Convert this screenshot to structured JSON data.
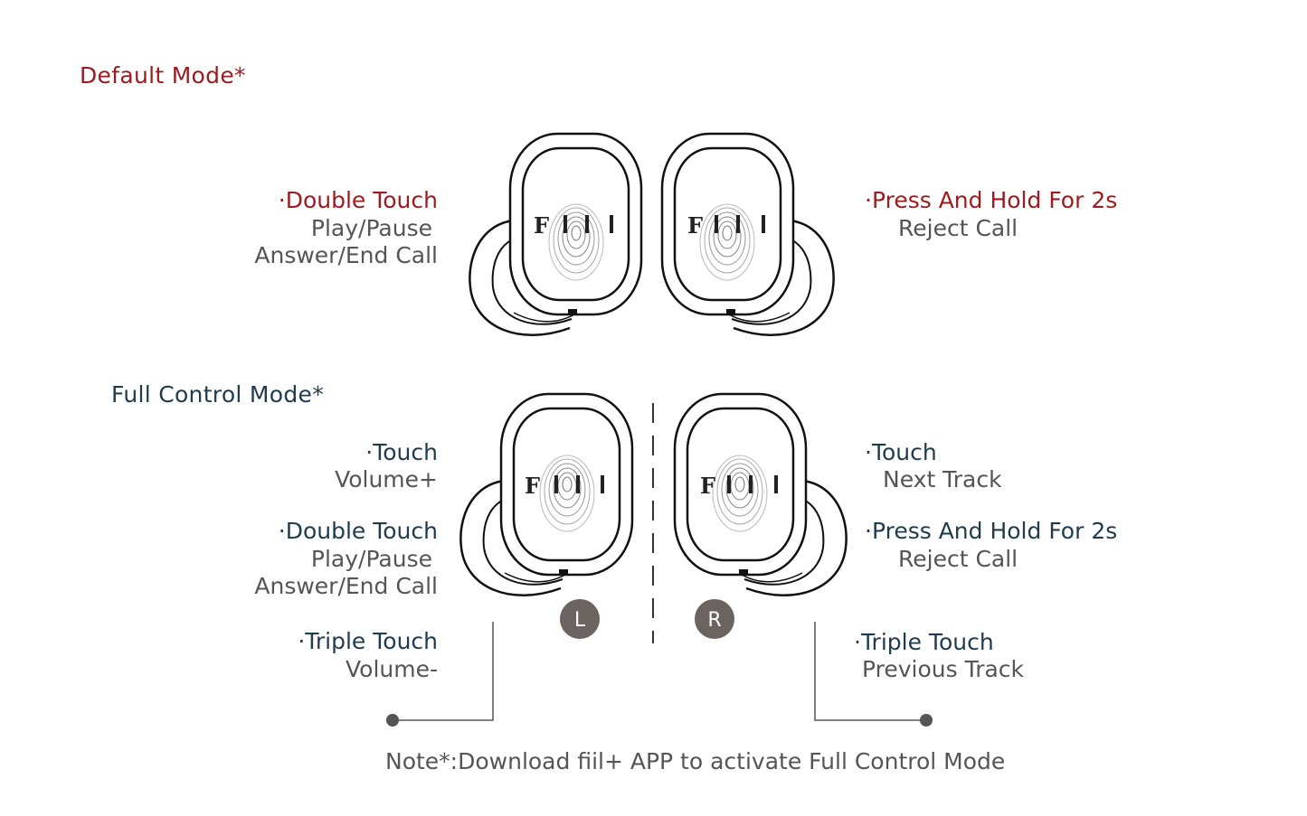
{
  "default_mode": {
    "title": "Default Mode*",
    "left": {
      "gesture": "Double Touch",
      "actions": [
        "Play/Pause",
        "Answer/End Call"
      ]
    },
    "right": {
      "gesture": "Press And Hold For 2s",
      "actions": [
        "Reject Call"
      ]
    }
  },
  "full_mode": {
    "title": "Full Control Mode*",
    "left": [
      {
        "gesture": "Touch",
        "actions": [
          "Volume+"
        ]
      },
      {
        "gesture": "Double Touch",
        "actions": [
          "Play/Pause",
          "Answer/End Call"
        ]
      },
      {
        "gesture": "Triple Touch",
        "actions": [
          "Volume-"
        ]
      }
    ],
    "right": [
      {
        "gesture": "Touch",
        "actions": [
          "Next Track"
        ]
      },
      {
        "gesture": "Press And Hold For 2s",
        "actions": [
          "Reject Call"
        ]
      },
      {
        "gesture": "Triple Touch",
        "actions": [
          "Previous Track"
        ]
      }
    ],
    "left_badge": "L",
    "right_badge": "R"
  },
  "logo_text": "FIII",
  "note": "Note*:Download fiil+ APP to activate Full Control Mode",
  "colors": {
    "accent_red": "#9b1b1e",
    "navy": "#1f3b4d",
    "gray_text": "#555555",
    "badge": "#6b6360"
  }
}
